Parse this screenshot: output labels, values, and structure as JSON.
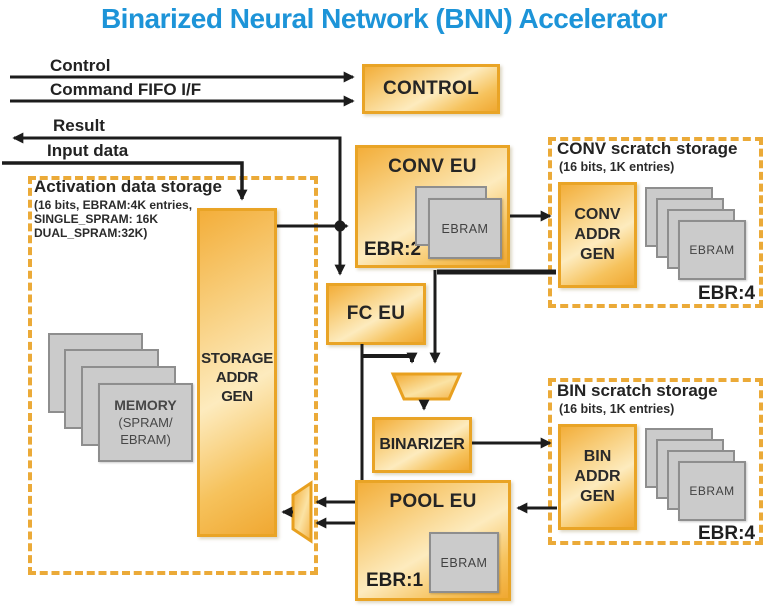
{
  "title": "Binarized Neural Network (BNN) Accelerator",
  "colors": {
    "title_blue": "#1D94D8",
    "box_orange_border": "#E9A426",
    "dashed_orange": "#EBAA38",
    "line_black": "#1C1C1C",
    "gray_fill": "#CBCBCB"
  },
  "io": {
    "control": "Control",
    "command_fifo": "Command FIFO I/F",
    "result": "Result",
    "input_data": "Input data"
  },
  "control_unit": {
    "label": "CONTROL"
  },
  "activation_storage": {
    "title": "Activation data storage",
    "subtitle_lines": [
      "(16 bits, EBRAM:4K entries,",
      "SINGLE_SPRAM: 16K",
      "DUAL_SPRAM:32K)"
    ],
    "memory_lines": [
      "MEMORY",
      "(SPRAM/",
      "EBRAM)"
    ],
    "addr_gen_lines": [
      "STORAGE",
      "ADDR",
      "GEN"
    ]
  },
  "conv_eu": {
    "label": "CONV EU",
    "ebram": "EBRAM",
    "ebr": "EBR:2"
  },
  "conv_scratch": {
    "title": "CONV scratch storage",
    "subtitle": "(16 bits, 1K entries)",
    "addr_gen_lines": [
      "CONV",
      "ADDR",
      "GEN"
    ],
    "ebram": "EBRAM",
    "ebr": "EBR:4"
  },
  "fc_eu": {
    "label": "FC EU"
  },
  "binarizer": {
    "label": "BINARIZER"
  },
  "bin_scratch": {
    "title": "BIN scratch storage",
    "subtitle": "(16 bits, 1K entries)",
    "addr_gen_lines": [
      "BIN",
      "ADDR",
      "GEN"
    ],
    "ebram": "EBRAM",
    "ebr": "EBR:4"
  },
  "pool_eu": {
    "label": "POOL EU",
    "ebram": "EBRAM",
    "ebr": "EBR:1"
  }
}
